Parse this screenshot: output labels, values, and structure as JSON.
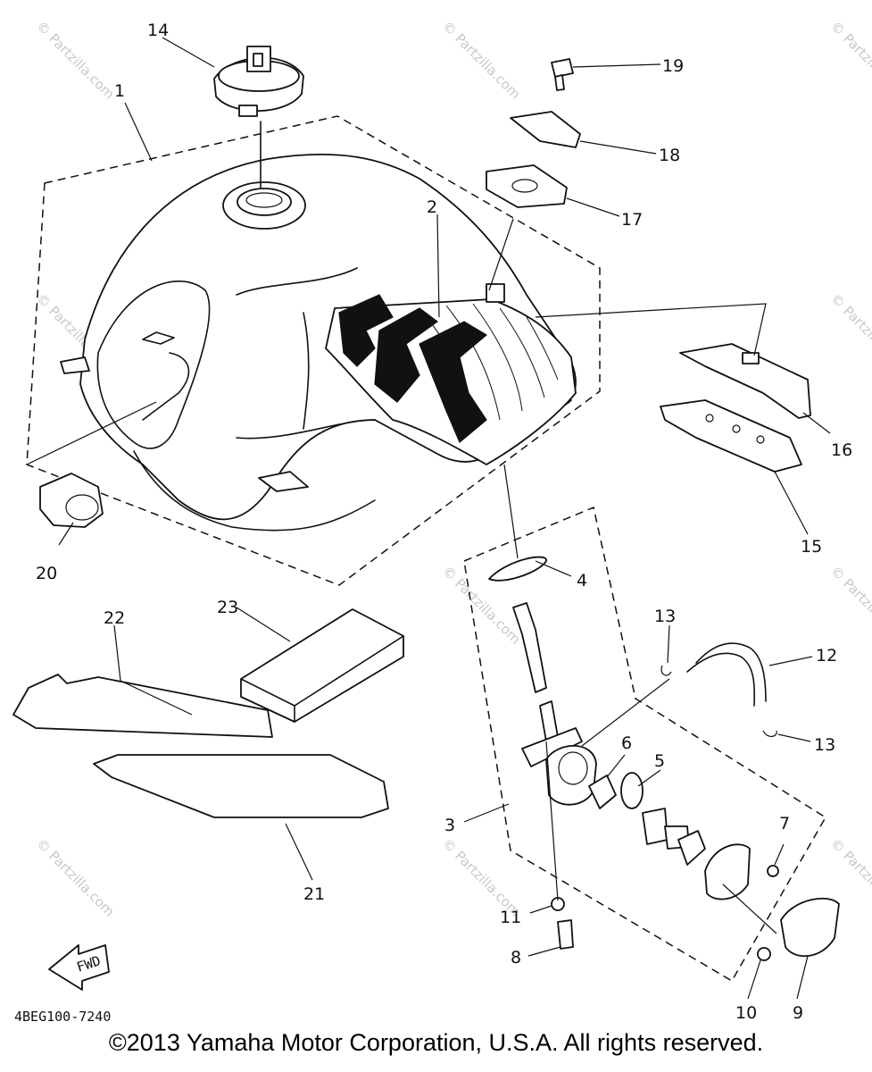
{
  "callouts": {
    "c1": "1",
    "c2": "2",
    "c3": "3",
    "c4": "4",
    "c5": "5",
    "c6": "6",
    "c7": "7",
    "c8": "8",
    "c9": "9",
    "c10": "10",
    "c11": "11",
    "c12": "12",
    "c13a": "13",
    "c13b": "13",
    "c14": "14",
    "c15": "15",
    "c16": "16",
    "c17": "17",
    "c18": "18",
    "c19": "19",
    "c20": "20",
    "c21": "21",
    "c22": "22",
    "c23": "23"
  },
  "fwd_label": "FWD",
  "diagram_code": "4BEG100-7240",
  "watermark": "© Partzilla.com",
  "copyright": "©2013 Yamaha Motor Corporation, U.S.A. All rights reserved."
}
